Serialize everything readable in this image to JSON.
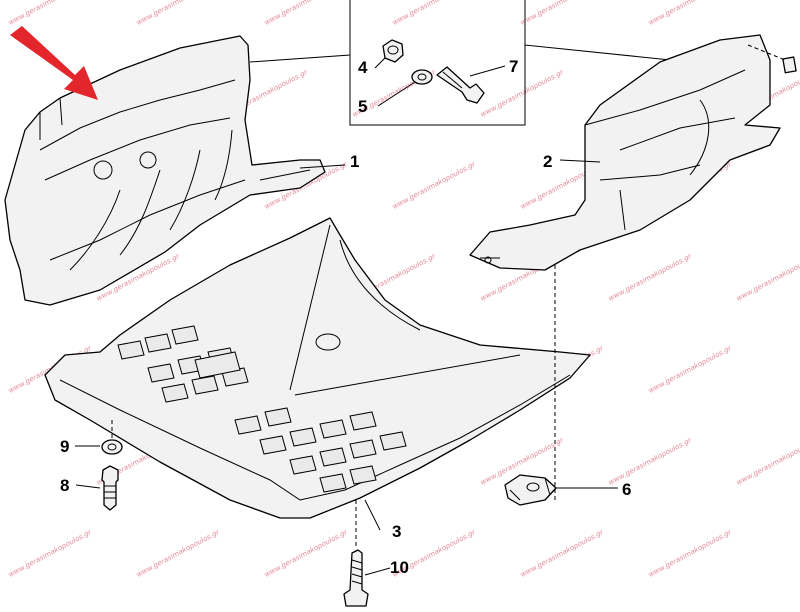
{
  "callouts": {
    "c1": "1",
    "c2": "2",
    "c3": "3",
    "c4": "4",
    "c5": "5",
    "c6": "6",
    "c7": "7",
    "c8": "8",
    "c9": "9",
    "c10": "10"
  },
  "watermark": {
    "text": "www.gerasimakopoulos.gr"
  },
  "colors": {
    "arrow": "#e3262b",
    "watermark": "#e58a9a",
    "line": "#000000"
  }
}
